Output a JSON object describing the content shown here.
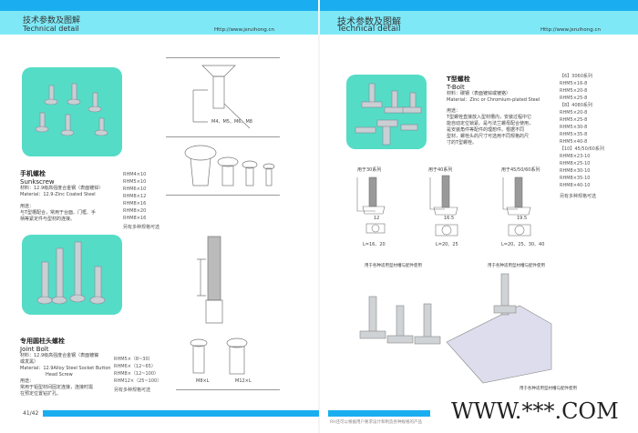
{
  "header": {
    "zh": "技术参数及图解",
    "en": "Technical detail",
    "url": "Http://www.jsruihong.cn"
  },
  "left": {
    "p1": {
      "title_zh": "手机螺栓",
      "title_en": "Sunkscrew",
      "material_zh": "材料：12.9级高强度合金钢（表面镀锌）",
      "material_en": "Material：12.9-Zinc Coated Steel",
      "use_label": "用途：",
      "use_text": [
        "与T型槽配合，常用于台面、门框、手",
        "柄等紧定件与型材的连接。"
      ],
      "specs": [
        "RHM4×10",
        "RHM5×10",
        "RHM6×10",
        "RHM8×12",
        "RHM8×16",
        "RHM8×20",
        "RHM8×16"
      ],
      "note": "另有多种规格可选",
      "dims": "M4、M5、M6、M8"
    },
    "p2": {
      "title_zh": "专用圆柱头螺栓",
      "title_en": "Joint Bolt",
      "material_zh": [
        "材料：12.9级高强度合金钢（表面镀镍",
        "或发黑）"
      ],
      "material_en": [
        "Material：12.9Alloy Steel Socket Button",
        "Head Screw"
      ],
      "use_label": "用途：",
      "use_text": [
        "常用于铝型材间固定连接，连接时需",
        "在预定位置钻扩孔。"
      ],
      "specs": [
        "RHM5×（8~30）",
        "RHM6×（12~65）",
        "RHM8×（12~100）",
        "RHM12×（25~100）"
      ],
      "note": "另有多种规格可选",
      "dims": [
        "M8×L",
        "M12×L"
      ]
    },
    "page": "41/42"
  },
  "right": {
    "title_zh": "T型螺栓",
    "title_en": "T-Bolt",
    "material_zh": "材料：碳钢（表面镀锌或镀铬）",
    "material_en": "Material：Zinc or Chromium-plated Steel",
    "use_label": "用途：",
    "use_text": [
      "T型螺栓直接放入型材槽内，安装过程中它",
      "能自动定位锁紧。是与法兰螺母配合使用，",
      "是安装角件等配件的理想件。根据不同",
      "型材，螺栓头的尺寸可选用不同规格的尺",
      "寸的T型螺栓。"
    ],
    "specs": [
      "【6】3060系列",
      "RHM5×16-8",
      "RHM5×20-8",
      "RHM5×25-8",
      "【8】4080系列",
      "RHM5×20-8",
      "RHM5×25-8",
      "RHM5×30-8",
      "RHM5×35-8",
      "RHM5×40-8",
      "【10】45/50/60系列",
      "RHM8×23-10",
      "RHM8×25-10",
      "RHM8×30-10",
      "RHM8×35-10",
      "RHM8×40-10"
    ],
    "note": "另有多种规格可选",
    "diagrams": [
      {
        "label": "用于30系列",
        "len": "L=16、20",
        "w": "12"
      },
      {
        "label": "用于40系列",
        "len": "L=20、25",
        "w": "16.5"
      },
      {
        "label": "用于45/50/60系列",
        "len": "L=20、25、30、40",
        "w": "19.5"
      }
    ],
    "captions": [
      "用于各种适用型材槽与配件使用",
      "用于各种适用型材槽与配件使用"
    ],
    "footer": "RH还可以根据用户要求设计和制造各种规格的产品",
    "watermark": "WWW.***.COM"
  }
}
